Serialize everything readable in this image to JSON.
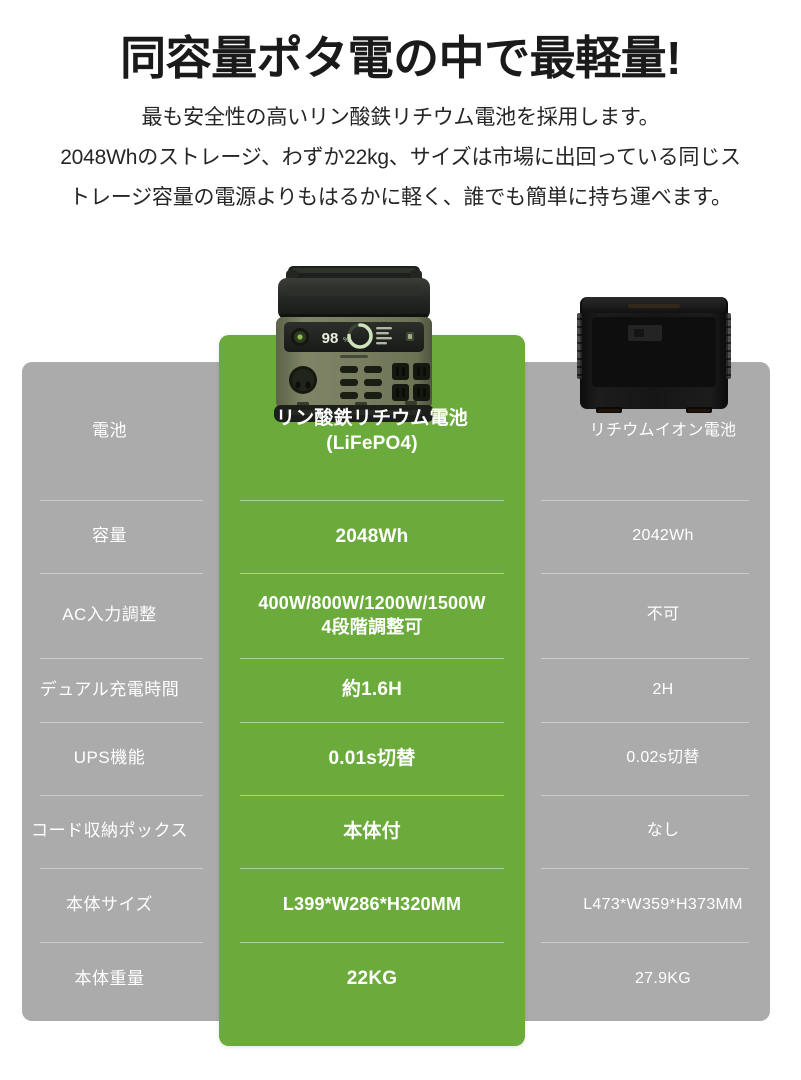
{
  "header": {
    "headline": "同容量ポタ電の中で最軽量!",
    "subcopy_lines": [
      "最も安全性の高いリン酸鉄リチウム電池を採用します。",
      "2048Whのストレージ、わずか22kg、サイズは市場に出回っている同じス",
      "トレージ容量の電源よりもはるかに軽く、誰でも簡単に持ち運べます。"
    ]
  },
  "colors": {
    "accent_green": "#6bab3c",
    "panel_gray": "#ababab",
    "text_dark": "#1a1a1a",
    "text_on_panel": "#ffffff"
  },
  "products": {
    "ours": {
      "name": "olive-power-station",
      "display_value": "98",
      "display_unit": "%"
    },
    "theirs": {
      "name": "black-power-station"
    }
  },
  "comparison": {
    "rows": [
      {
        "label": "電池",
        "ours": "リン酸鉄リチウム電池\n(LiFePO4)",
        "theirs": "リチウムイオン電池"
      },
      {
        "label": "容量",
        "ours": "2048Wh",
        "theirs": "2042Wh"
      },
      {
        "label": "AC入力調整",
        "ours": "400W/800W/1200W/1500W\n4段階調整可",
        "theirs": "不可"
      },
      {
        "label": "デュアル充電時間",
        "ours": "約1.6H",
        "theirs": "2H"
      },
      {
        "label": "UPS機能",
        "ours": "0.01s切替",
        "theirs": "0.02s切替"
      },
      {
        "label": "コード収納ポックス",
        "ours": "本体付",
        "theirs": "なし"
      },
      {
        "label": "本体サイズ",
        "ours": "L399*W286*H320MM",
        "theirs": "L473*W359*H373MM"
      },
      {
        "label": "本体重量",
        "ours": "22KG",
        "theirs": "27.9KG"
      }
    ]
  }
}
